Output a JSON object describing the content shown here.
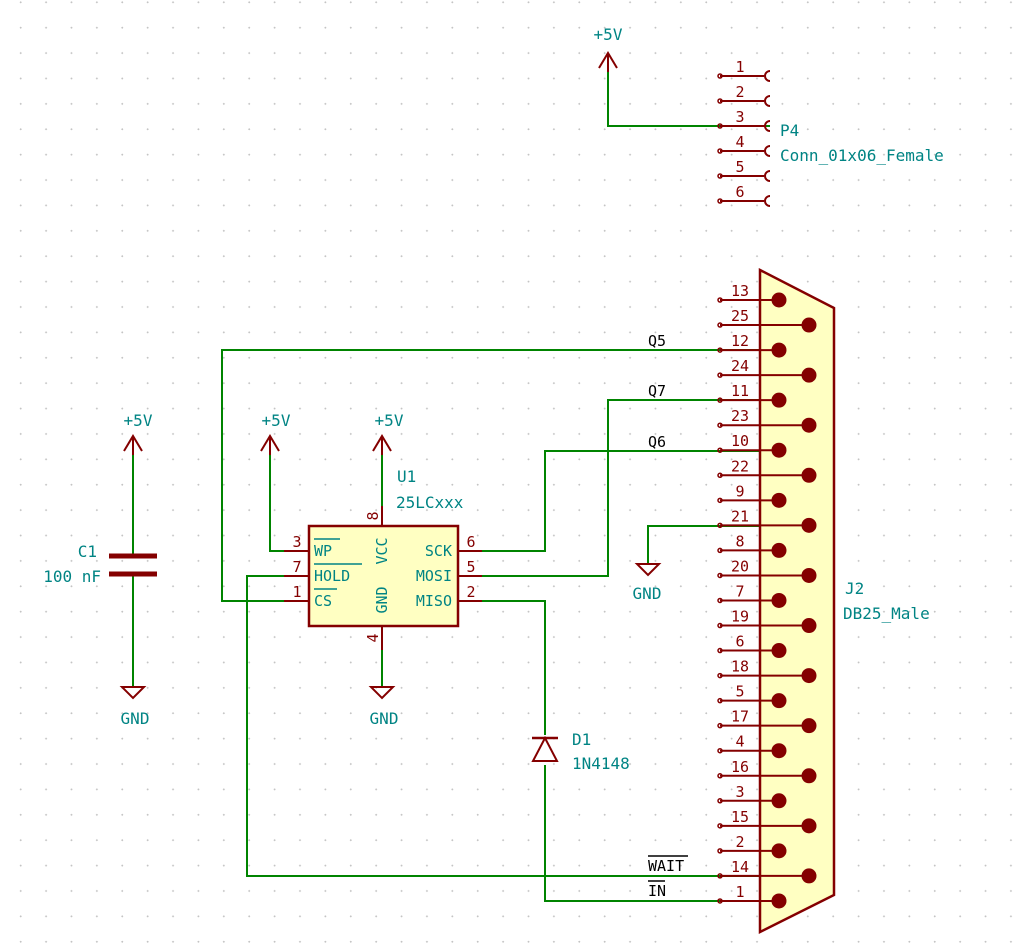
{
  "components": {
    "p4": {
      "ref": "P4",
      "value": "Conn_01x06_Female",
      "pins": [
        "1",
        "2",
        "3",
        "4",
        "5",
        "6"
      ]
    },
    "j2": {
      "ref": "J2",
      "value": "DB25_Male",
      "pins": [
        "13",
        "25",
        "12",
        "24",
        "11",
        "23",
        "10",
        "22",
        "9",
        "21",
        "8",
        "20",
        "7",
        "19",
        "6",
        "18",
        "5",
        "17",
        "4",
        "16",
        "3",
        "15",
        "2",
        "14",
        "1"
      ]
    },
    "u1": {
      "ref": "U1",
      "value": "25LCxxx",
      "pin_wp": "WP",
      "pin_hold": "HOLD",
      "pin_cs": "CS",
      "pin_sck": "SCK",
      "pin_mosi": "MOSI",
      "pin_miso": "MISO",
      "pin_vcc": "VCC",
      "pin_gnd": "GND",
      "num_wp": "3",
      "num_hold": "7",
      "num_cs": "1",
      "num_sck": "6",
      "num_mosi": "5",
      "num_miso": "2",
      "num_vcc": "8",
      "num_gnd": "4"
    },
    "c1": {
      "ref": "C1",
      "value": "100 nF"
    },
    "d1": {
      "ref": "D1",
      "value": "1N4148"
    }
  },
  "power": {
    "vcc_label": "+5V",
    "gnd_label": "GND"
  },
  "nets": {
    "q5": "Q5",
    "q7": "Q7",
    "q6": "Q6",
    "wait": "WAIT",
    "in": "IN"
  },
  "colors": {
    "wire": "#008400",
    "symbol": "#840000",
    "label": "#008484",
    "body_fill": "#ffffc2"
  }
}
